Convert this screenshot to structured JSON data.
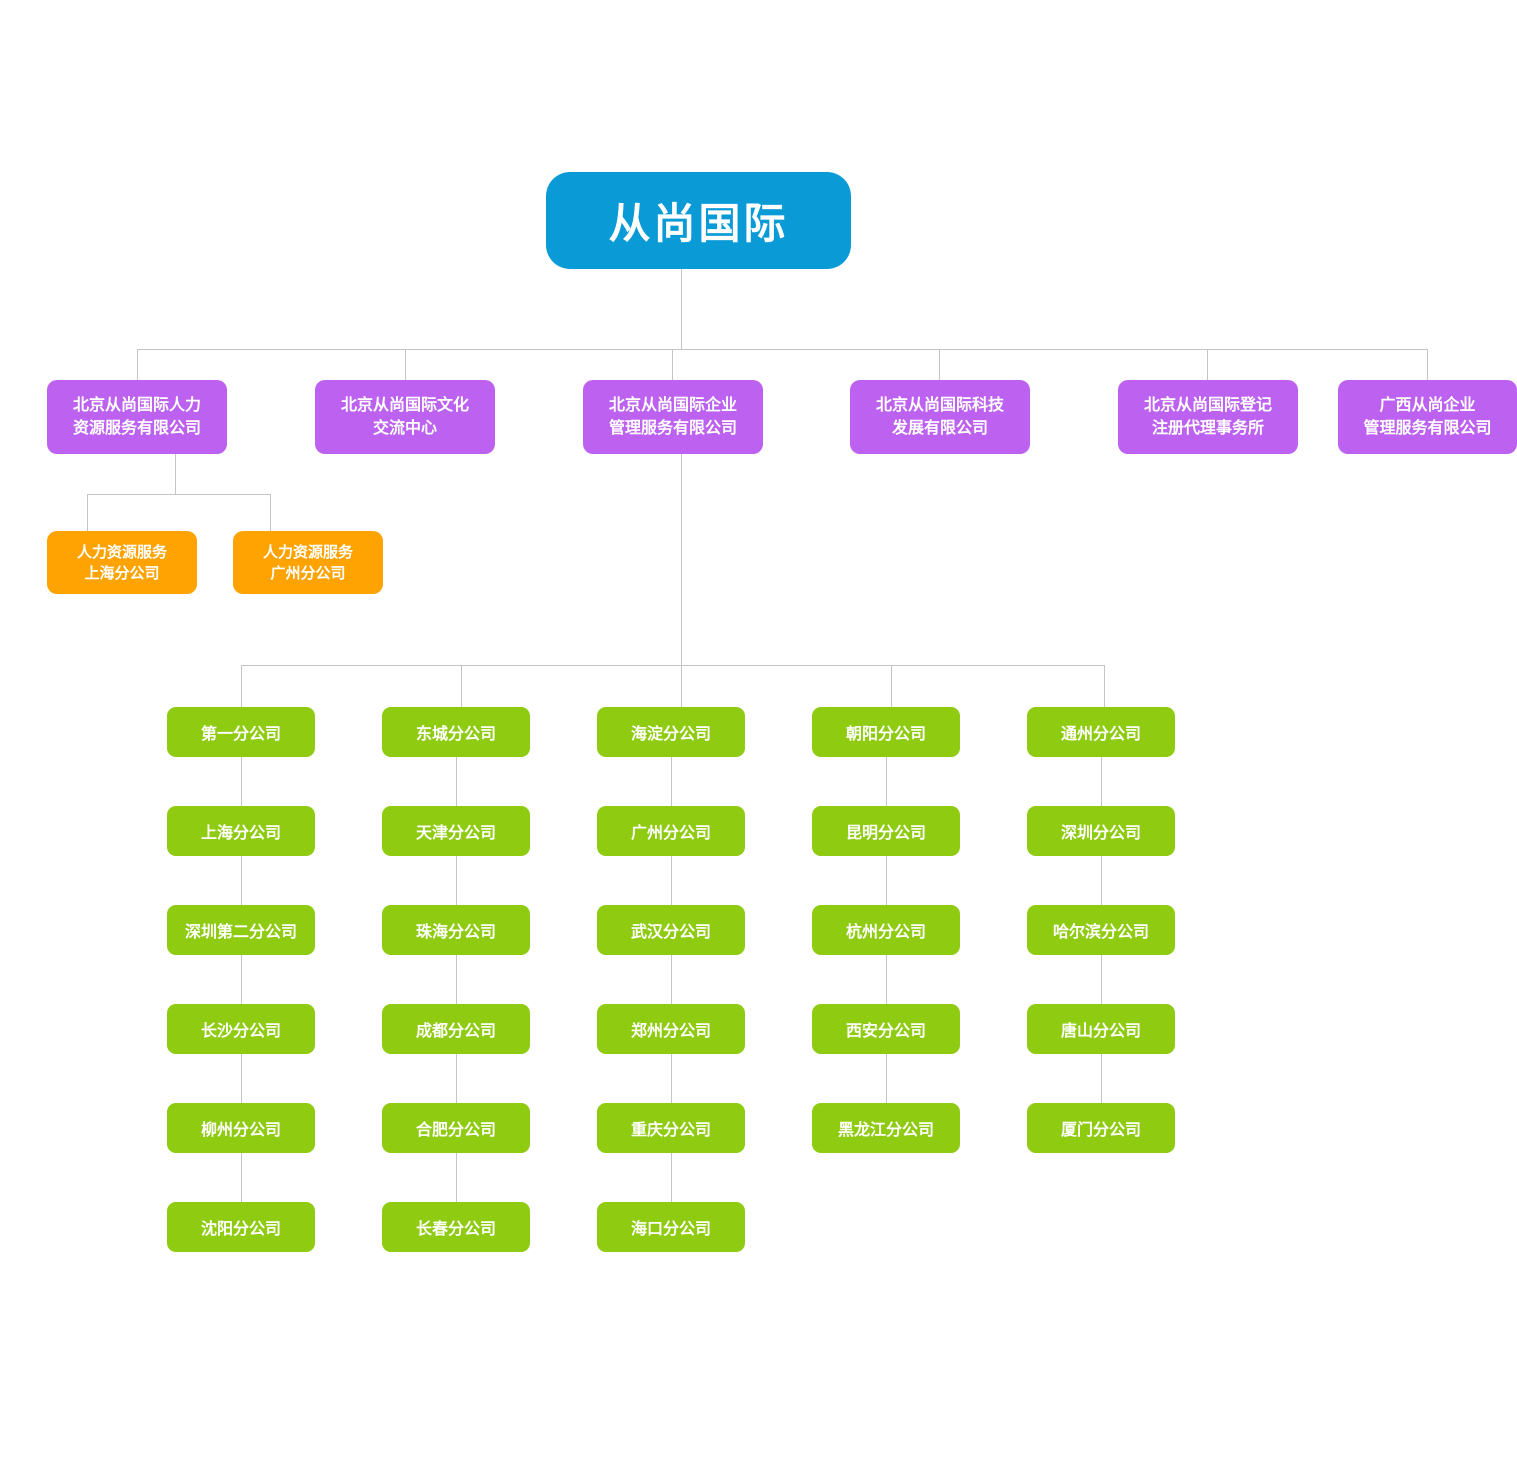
{
  "colors": {
    "root_blue": "#0a9bd7",
    "subsidiary_purple": "#bd62f0",
    "hr_orange": "#ffa303",
    "branch_green": "#8ecb11",
    "connector_gray": "#c4c4c4"
  },
  "company": {
    "root": "从尚国际",
    "subsidiaries": [
      {
        "label": "北京从尚国际人力\n资源服务有限公司",
        "children": [
          "人力资源服务\n上海分公司",
          "人力资源服务\n广州分公司"
        ]
      },
      {
        "label": "北京从尚国际文化\n交流中心"
      },
      {
        "label": "北京从尚国际企业\n管理服务有限公司",
        "branch_columns": [
          [
            "第一分公司",
            "上海分公司",
            "深圳第二分公司",
            "长沙分公司",
            "柳州分公司",
            "沈阳分公司"
          ],
          [
            "东城分公司",
            "天津分公司",
            "珠海分公司",
            "成都分公司",
            "合肥分公司",
            "长春分公司"
          ],
          [
            "海淀分公司",
            "广州分公司",
            "武汉分公司",
            "郑州分公司",
            "重庆分公司",
            "海口分公司"
          ],
          [
            "朝阳分公司",
            "昆明分公司",
            "杭州分公司",
            "西安分公司",
            "黑龙江分公司"
          ],
          [
            "通州分公司",
            "深圳分公司",
            "哈尔滨分公司",
            "唐山分公司",
            "厦门分公司"
          ]
        ]
      },
      {
        "label": "北京从尚国际科技\n发展有限公司"
      },
      {
        "label": "北京从尚国际登记\n注册代理事务所"
      },
      {
        "label": "广西从尚企业\n管理服务有限公司"
      }
    ]
  }
}
